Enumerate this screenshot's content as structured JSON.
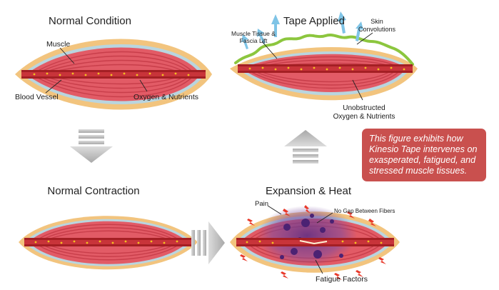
{
  "panels": {
    "normal_condition": {
      "title": "Normal Condition",
      "labels": {
        "muscle": "Muscle",
        "blood_vessel": "Blood Vessel",
        "oxygen": "Oxygen & Nutrients"
      }
    },
    "tape_applied": {
      "title": "Tape Applied",
      "labels": {
        "muscle_tissue_1": "Muscle Tissue &",
        "muscle_tissue_2": "Fascia Lift",
        "skin_1": "Skin",
        "skin_2": "Convolutions",
        "unobstructed_1": "Unobstructed",
        "unobstructed_2": "Oxygen & Nutrients"
      }
    },
    "normal_contraction": {
      "title": "Normal Contraction"
    },
    "expansion_heat": {
      "title": "Expansion & Heat",
      "labels": {
        "pain": "Pain",
        "no_gap": "No Gap Between Fibers",
        "fatigue": "Fatigue Factors"
      }
    }
  },
  "caption": {
    "lines": [
      "This figure exhibits how",
      "Kinesio Tape intervenes on",
      "exasperated, fatigued, and",
      "stressed muscle tissues."
    ]
  },
  "colors": {
    "fat": "#f2c47e",
    "fascia": "#b9d5df",
    "muscle": "#e25b66",
    "muscle_dark": "#c63b48",
    "vessel": "#a41f24",
    "nutrient": "#f3c020",
    "tape": "#8cc63e",
    "lift_arrow": "#7fc4e6",
    "arrow_gray": "#c8c8c8",
    "bruise": "#6a3d8f",
    "pain": "#e8392a",
    "caption_bg": "#c9504e"
  }
}
